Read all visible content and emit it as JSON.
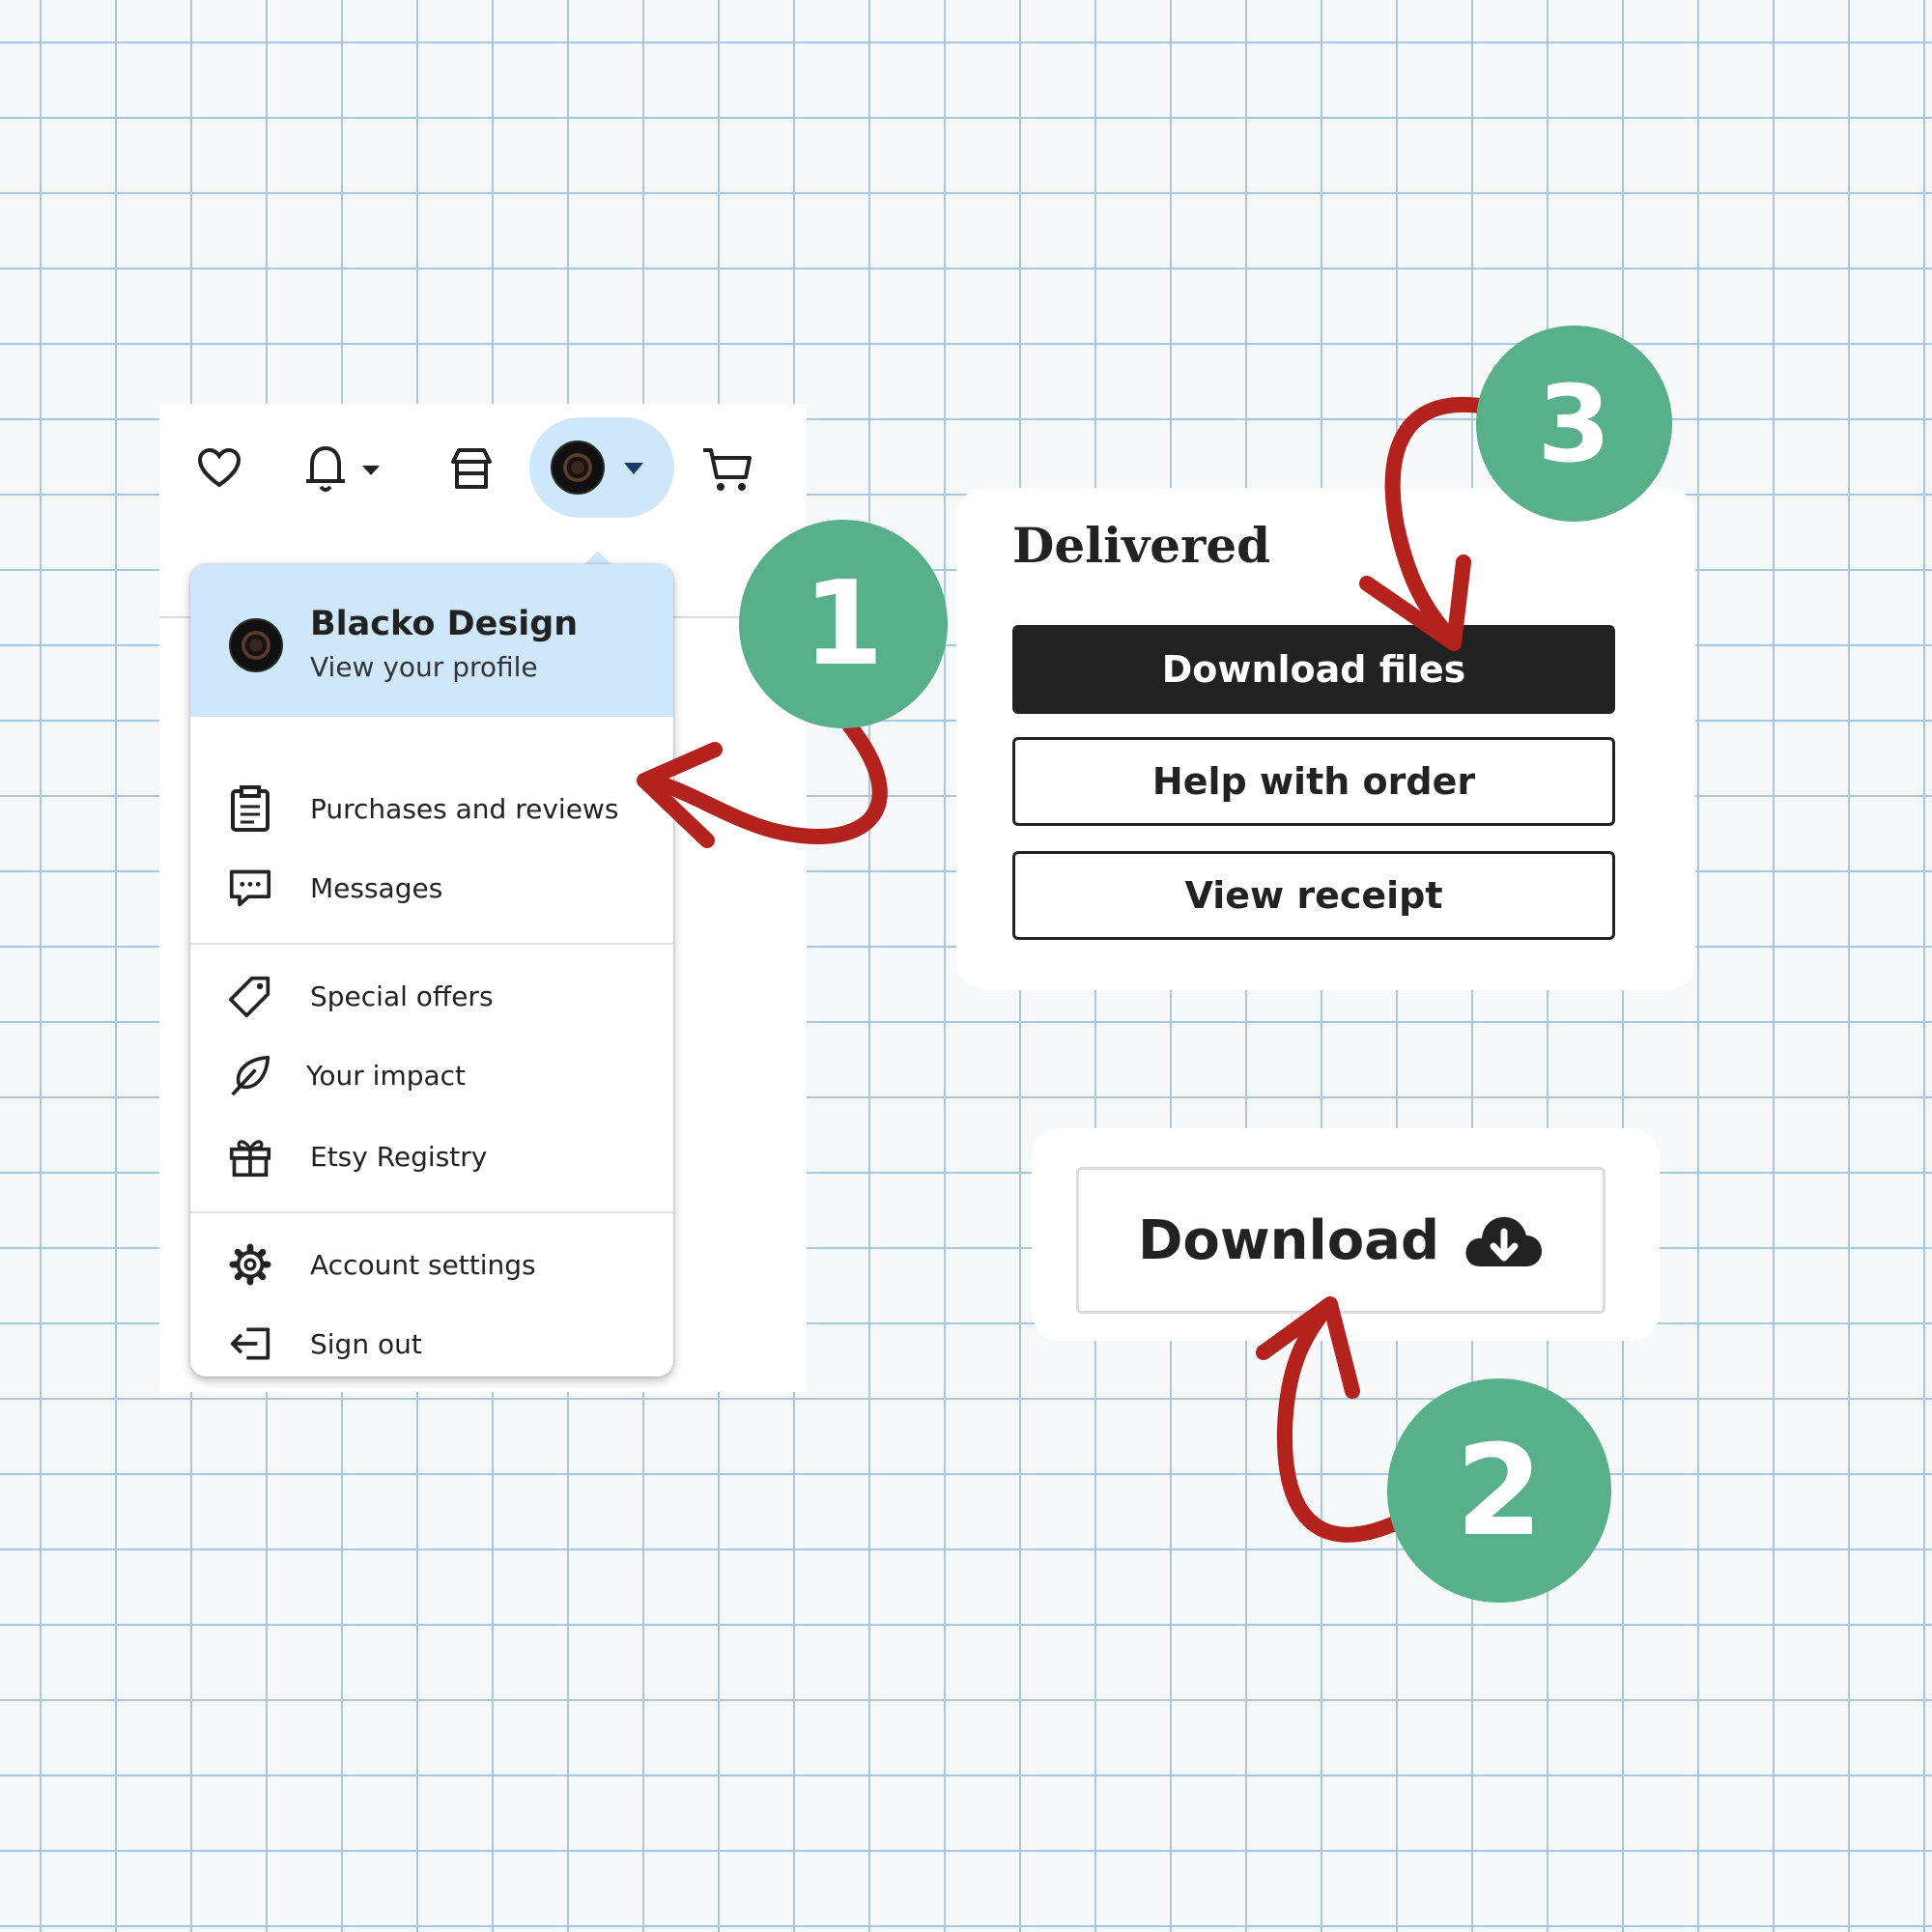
{
  "menu": {
    "profile": {
      "name": "Blacko Design",
      "link": "View your profile"
    },
    "items": [
      {
        "label": "Purchases and reviews",
        "icon": "clipboard-icon"
      },
      {
        "label": "Messages",
        "icon": "message-icon"
      },
      {
        "label": "Special offers",
        "icon": "tag-icon"
      },
      {
        "label": "Your impact",
        "icon": "leaf-icon"
      },
      {
        "label": "Etsy Registry",
        "icon": "gift-icon"
      },
      {
        "label": "Account settings",
        "icon": "gear-icon"
      },
      {
        "label": "Sign out",
        "icon": "sign-out-icon"
      }
    ],
    "top_icons": [
      "heart-icon",
      "bell-icon",
      "shop-icon",
      "avatar",
      "cart-icon"
    ]
  },
  "order": {
    "status": "Delivered",
    "buttons": {
      "download_files": "Download files",
      "help": "Help with order",
      "receipt": "View receipt"
    }
  },
  "download": {
    "label": "Download",
    "icon": "cloud-download-icon"
  },
  "steps": {
    "one": "1",
    "two": "2",
    "three": "3"
  },
  "colors": {
    "grid_line": "#a9c7e0",
    "badge": "#57b08a",
    "arrow": "#b3221d",
    "highlight": "#cfe7fb",
    "dark_button": "#222222"
  }
}
